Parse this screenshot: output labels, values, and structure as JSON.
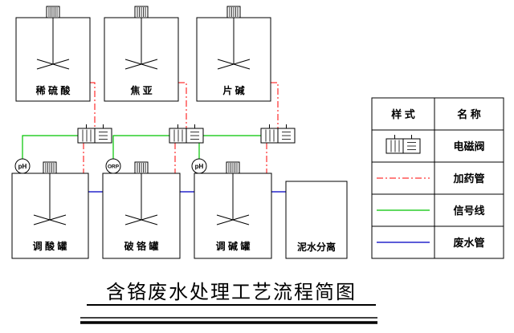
{
  "diagram": {
    "title": "含铬废水处理工艺流程简图",
    "top_tanks": [
      {
        "label": "稀 硫 酸"
      },
      {
        "label": "焦 亚"
      },
      {
        "label": "片 碱"
      }
    ],
    "bottom_tanks": [
      {
        "label": "调 酸 罐"
      },
      {
        "label": "破 铬 罐"
      },
      {
        "label": "调 碱 罐"
      }
    ],
    "separator_box": {
      "label": "泥水分离"
    },
    "meters": [
      {
        "label": "pH"
      },
      {
        "label": "ORP"
      },
      {
        "label": "pH"
      }
    ],
    "icons": {
      "valve": "solenoid-valve-symbol",
      "motor": "mixer-motor-symbol",
      "agitator": "agitator-propeller-symbol",
      "meter": "round-meter-symbol"
    },
    "colors": {
      "dosing_pipe": "#ff0000",
      "signal_line": "#00c400",
      "waste_pipe": "#2626cc",
      "outline": "#000000"
    }
  },
  "legend": {
    "headers": {
      "style": "样  式",
      "name": "名  称"
    },
    "rows": [
      {
        "name": "电磁阀",
        "symbol": "solenoid-valve-symbol"
      },
      {
        "name": "加药管",
        "symbol": "red-dash-dot-line"
      },
      {
        "name": "信号线",
        "symbol": "green-solid-line"
      },
      {
        "name": "废水管",
        "symbol": "blue-solid-line"
      }
    ]
  }
}
